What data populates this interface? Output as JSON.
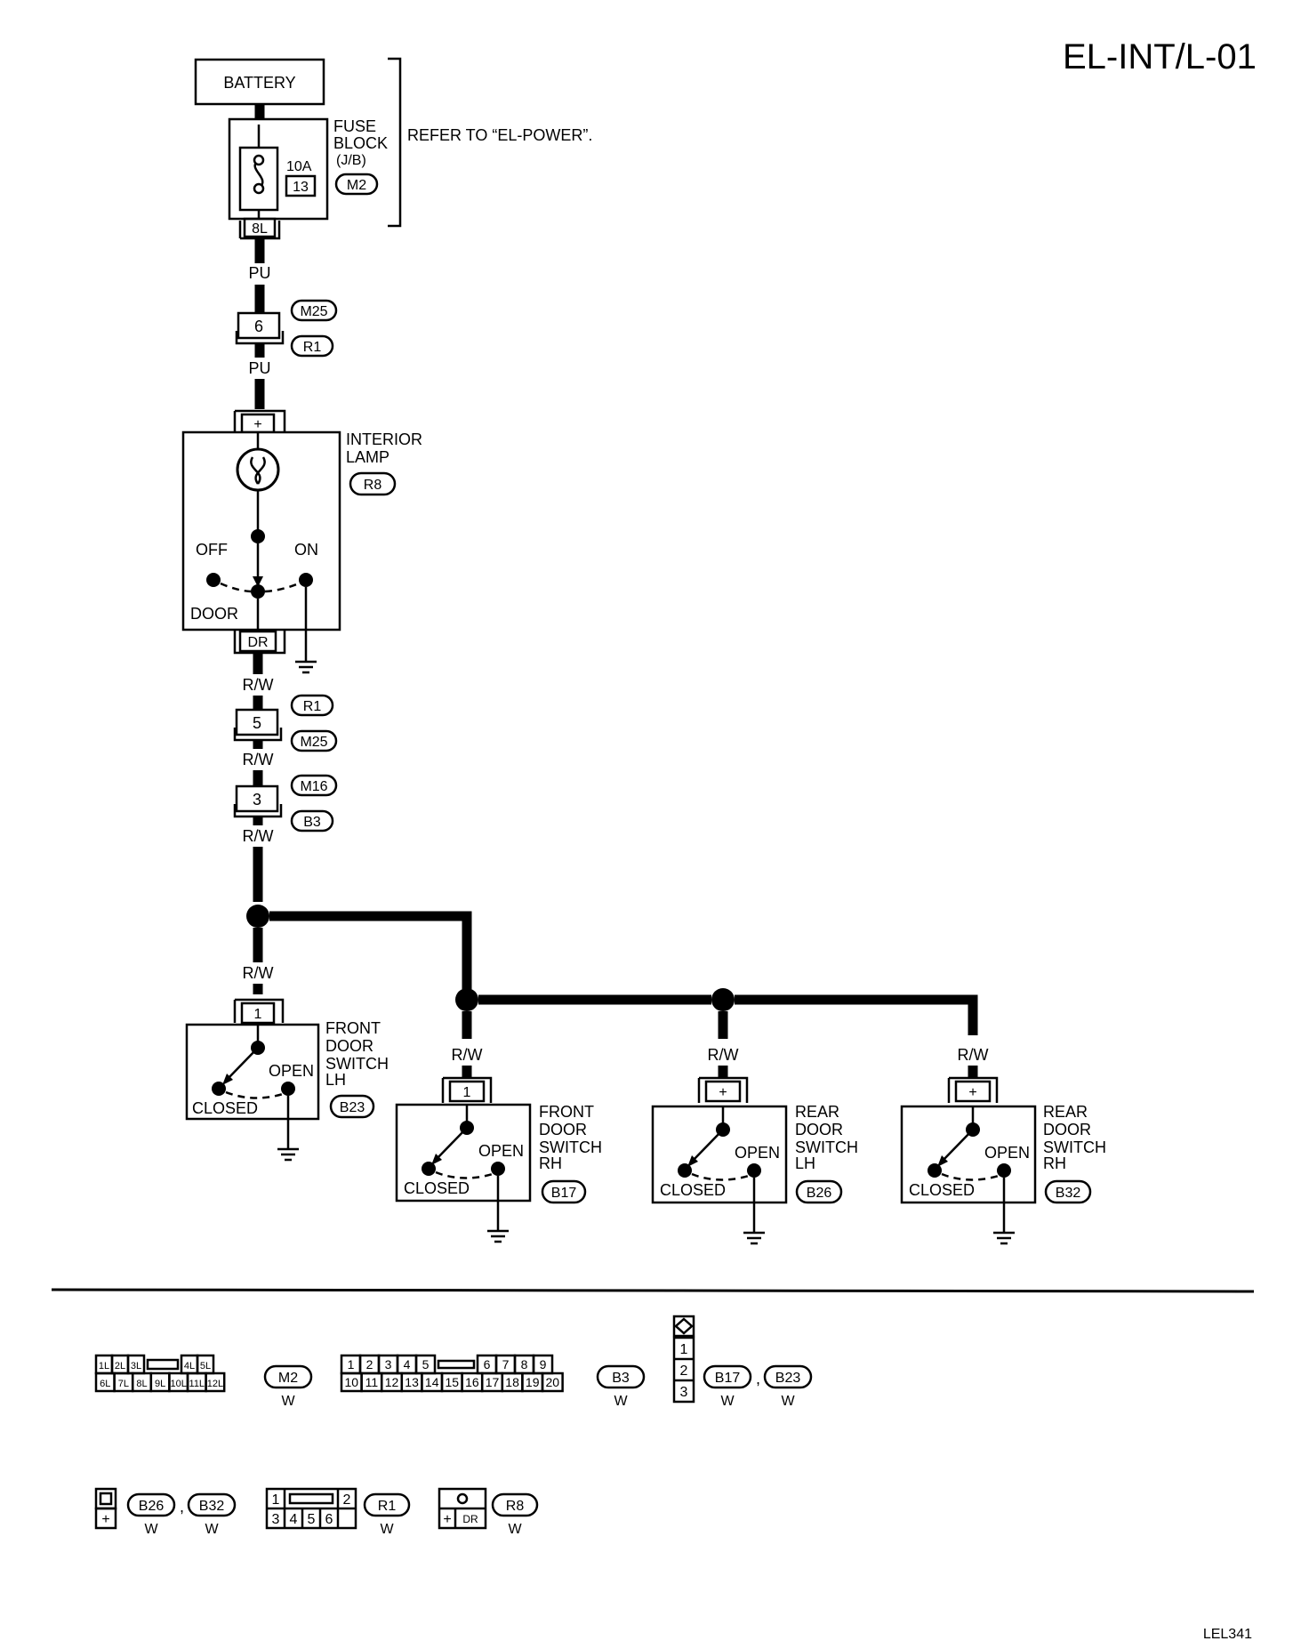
{
  "page_title": "EL-INT/L-01",
  "figure_code": "LEL341",
  "components": {
    "battery": "BATTERY",
    "fuse_block_title": [
      "FUSE",
      "BLOCK",
      "(J/B)"
    ],
    "fuse_rating": "10A",
    "fuse_number": "13",
    "fuse_block_conn": "M2",
    "fuse_block_terminal": "8L",
    "refer_note": "REFER TO “EL-POWER”.",
    "interior_lamp_title": [
      "INTERIOR",
      "LAMP"
    ],
    "interior_lamp_conn": "R8",
    "lamp_plus": "+",
    "lamp_off": "OFF",
    "lamp_on": "ON",
    "lamp_door": "DOOR",
    "lamp_dr_terminal": "DR",
    "front_lh_title": [
      "FRONT",
      "DOOR",
      "SWITCH",
      "LH"
    ],
    "front_lh_conn": "B23",
    "front_rh_title": [
      "FRONT",
      "DOOR",
      "SWITCH",
      "RH"
    ],
    "front_rh_conn": "B17",
    "rear_lh_title": [
      "REAR",
      "DOOR",
      "SWITCH",
      "LH"
    ],
    "rear_lh_conn": "B26",
    "rear_rh_title": [
      "REAR",
      "DOOR",
      "SWITCH",
      "RH"
    ],
    "rear_rh_conn": "B32",
    "switch_open": "OPEN",
    "switch_closed": "CLOSED",
    "terminal_1": "1",
    "terminal_plus": "+"
  },
  "wires": {
    "pu": "PU",
    "rw": "R/W"
  },
  "joints": {
    "j1_pin": "6",
    "j1_top": "M25",
    "j1_bottom": "R1",
    "j2_pin": "5",
    "j2_top": "R1",
    "j2_bottom": "M25",
    "j3_pin": "3",
    "j3_top": "M16",
    "j3_bottom": "B3"
  },
  "connector_views": {
    "m2": {
      "label": "M2",
      "color": "W",
      "row1": [
        "1L",
        "2L",
        "3L",
        "4L",
        "5L"
      ],
      "row2": [
        "6L",
        "7L",
        "8L",
        "9L",
        "10L",
        "11L",
        "12L"
      ]
    },
    "b3": {
      "label": "B3",
      "color": "W",
      "row1": [
        "1",
        "2",
        "3",
        "4",
        "5",
        "6",
        "7",
        "8",
        "9"
      ],
      "row2": [
        "10",
        "11",
        "12",
        "13",
        "14",
        "15",
        "16",
        "17",
        "18",
        "19",
        "20"
      ]
    },
    "b17_b23": {
      "labels": [
        "B17",
        "B23"
      ],
      "colors": [
        "W",
        "W"
      ],
      "pins": [
        "1",
        "2",
        "3"
      ]
    },
    "b26_b32": {
      "labels": [
        "B26",
        "B32"
      ],
      "colors": [
        "W",
        "W"
      ],
      "pins": [
        "+"
      ]
    },
    "r1": {
      "label": "R1",
      "color": "W",
      "row1": [
        "1",
        "2"
      ],
      "row2": [
        "3",
        "4",
        "5",
        "6"
      ]
    },
    "r8": {
      "label": "R8",
      "color": "W",
      "pins": [
        "+",
        "DR"
      ]
    }
  }
}
